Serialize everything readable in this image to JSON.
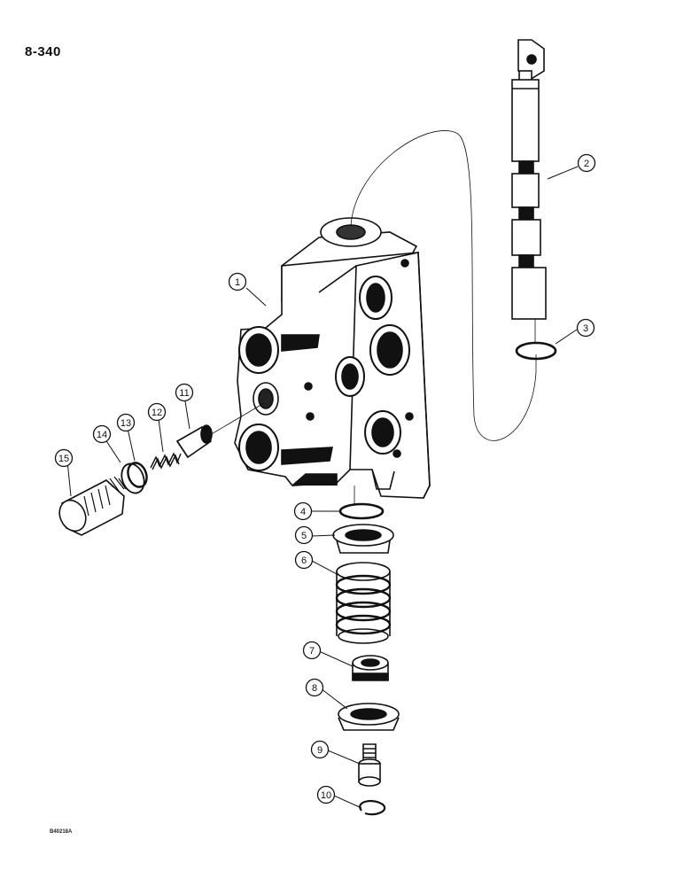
{
  "page": {
    "number": "8-340",
    "figure_code": "B40218A"
  },
  "colors": {
    "ink": "#111111",
    "paper": "#ffffff",
    "shade": "#1a1a1a"
  },
  "callouts": [
    {
      "label": "1",
      "part": "valve-body"
    },
    {
      "label": "2",
      "part": "spool"
    },
    {
      "label": "3",
      "part": "o-ring"
    },
    {
      "label": "4",
      "part": "o-ring"
    },
    {
      "label": "5",
      "part": "spring-seat"
    },
    {
      "label": "6",
      "part": "spring"
    },
    {
      "label": "7",
      "part": "spacer"
    },
    {
      "label": "8",
      "part": "spring-seat"
    },
    {
      "label": "9",
      "part": "screw"
    },
    {
      "label": "10",
      "part": "snap-ring"
    },
    {
      "label": "11",
      "part": "poppet"
    },
    {
      "label": "12",
      "part": "spring"
    },
    {
      "label": "13",
      "part": "backup-ring"
    },
    {
      "label": "14",
      "part": "o-ring"
    },
    {
      "label": "15",
      "part": "plug"
    }
  ]
}
